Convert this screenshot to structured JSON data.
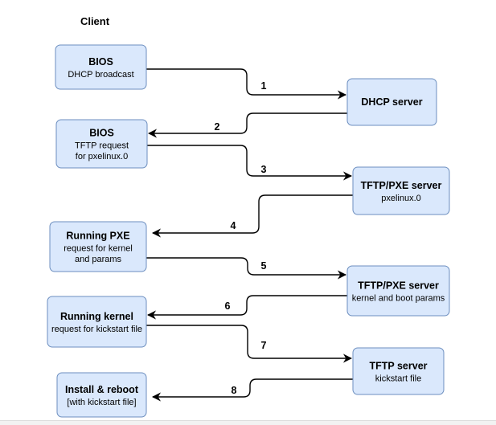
{
  "heading": "Client",
  "nodes": {
    "bios_dhcp": {
      "title": "BIOS",
      "lines": [
        "DHCP broadcast"
      ]
    },
    "dhcp_server": {
      "title": "DHCP server",
      "lines": []
    },
    "bios_tftp": {
      "title": "BIOS",
      "lines": [
        "TFTP request",
        "for pxelinux.0"
      ]
    },
    "tftp_pxe_1": {
      "title": "TFTP/PXE server",
      "lines": [
        "pxelinux.0"
      ]
    },
    "running_pxe": {
      "title": "Running PXE",
      "lines": [
        "request for kernel",
        "and params"
      ]
    },
    "tftp_pxe_2": {
      "title": "TFTP/PXE server",
      "lines": [
        "kernel and boot params"
      ]
    },
    "running_kernel": {
      "title": "Running kernel",
      "lines": [
        "request for kickstart file"
      ]
    },
    "tftp_server": {
      "title": "TFTP server",
      "lines": [
        "kickstart file"
      ]
    },
    "install_reboot": {
      "title": "Install & reboot",
      "lines": [
        "[with kickstart file]"
      ]
    }
  },
  "edges": [
    {
      "id": "1",
      "label": "1",
      "from": "bios_dhcp",
      "to": "dhcp_server"
    },
    {
      "id": "2",
      "label": "2",
      "from": "dhcp_server",
      "to": "bios_tftp"
    },
    {
      "id": "3",
      "label": "3",
      "from": "bios_tftp",
      "to": "tftp_pxe_1"
    },
    {
      "id": "4",
      "label": "4",
      "from": "tftp_pxe_1",
      "to": "running_pxe"
    },
    {
      "id": "5",
      "label": "5",
      "from": "running_pxe",
      "to": "tftp_pxe_2"
    },
    {
      "id": "6",
      "label": "6",
      "from": "tftp_pxe_2",
      "to": "running_kernel"
    },
    {
      "id": "7",
      "label": "7",
      "from": "running_kernel",
      "to": "tftp_server"
    },
    {
      "id": "8",
      "label": "8",
      "from": "tftp_server",
      "to": "install_reboot"
    }
  ],
  "colors": {
    "box_fill": "#dae8fc",
    "box_stroke": "#6c8ebf",
    "edge": "#000000"
  }
}
